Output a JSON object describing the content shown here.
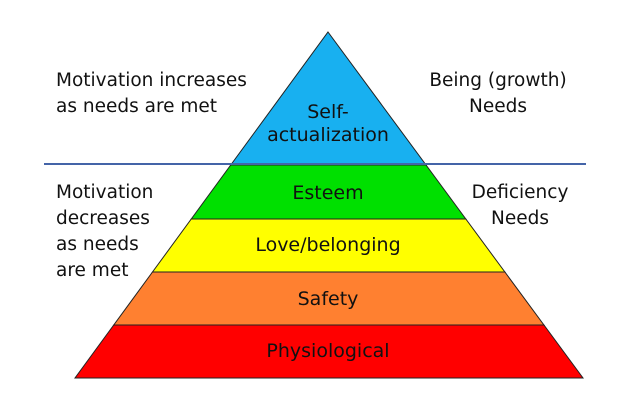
{
  "left_top": [
    "Motivation increases",
    "as needs are met"
  ],
  "right_top": [
    "Being (growth)",
    "Needs"
  ],
  "left_bottom": [
    "Motivation",
    "decreases",
    "as needs",
    "are met"
  ],
  "right_bottom": [
    "Deficiency",
    "Needs"
  ],
  "layers": [
    {
      "name": "self-actualization",
      "lines": [
        "Self-",
        "actualization"
      ],
      "color": "#18B0F0"
    },
    {
      "name": "esteem",
      "lines": [
        "Esteem"
      ],
      "color": "#00E000"
    },
    {
      "name": "love-belonging",
      "lines": [
        "Love/belonging"
      ],
      "color": "#FFFF00"
    },
    {
      "name": "safety",
      "lines": [
        "Safety"
      ],
      "color": "#FF8030"
    },
    {
      "name": "physiological",
      "lines": [
        "Physiological"
      ],
      "color": "#FF0000"
    }
  ],
  "divider_color": "#4464A8"
}
